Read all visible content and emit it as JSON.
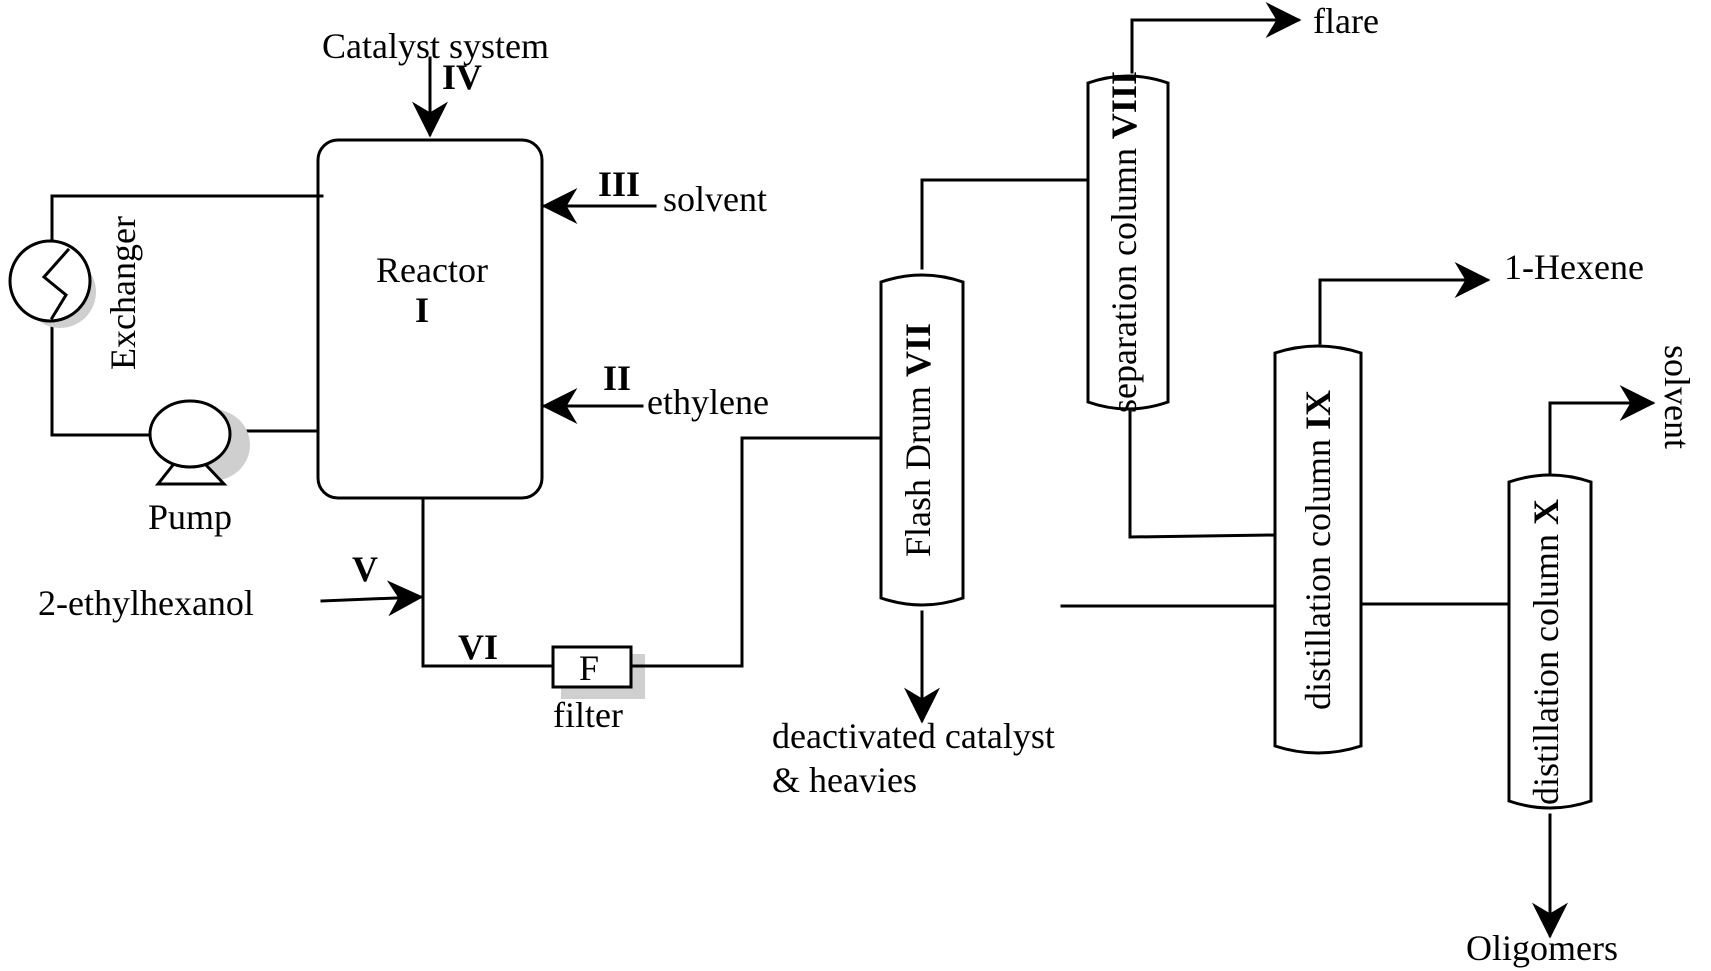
{
  "equipment": {
    "reactor": {
      "name": "Reactor",
      "number": "I"
    },
    "exchanger": "Exchanger",
    "pump": "Pump",
    "filter": {
      "symbol": "F",
      "label": "filter"
    },
    "flash_drum": {
      "name": "Flash Drum",
      "number": "VII"
    },
    "separation_column": {
      "name": "separation column",
      "number": "VIII"
    },
    "distillation_column_9": {
      "name": "distillation column",
      "number": "IX"
    },
    "distillation_column_10": {
      "name": "distillation column",
      "number": "X"
    }
  },
  "streams": {
    "catalyst": {
      "label": "Catalyst system",
      "number": "IV"
    },
    "solvent_in": {
      "label": "solvent",
      "number": "III"
    },
    "ethylene": {
      "label": "ethylene",
      "number": "II"
    },
    "ethylhexanol": {
      "label": "2-ethylhexanol",
      "number": "V"
    },
    "reactor_out": {
      "number": "VI"
    },
    "flare": "flare",
    "hexene": "1-Hexene",
    "solvent_out": "solvent",
    "heavies_line1": "deactivated catalyst",
    "heavies_line2": "& heavies",
    "oligomers": "Oligomers"
  }
}
